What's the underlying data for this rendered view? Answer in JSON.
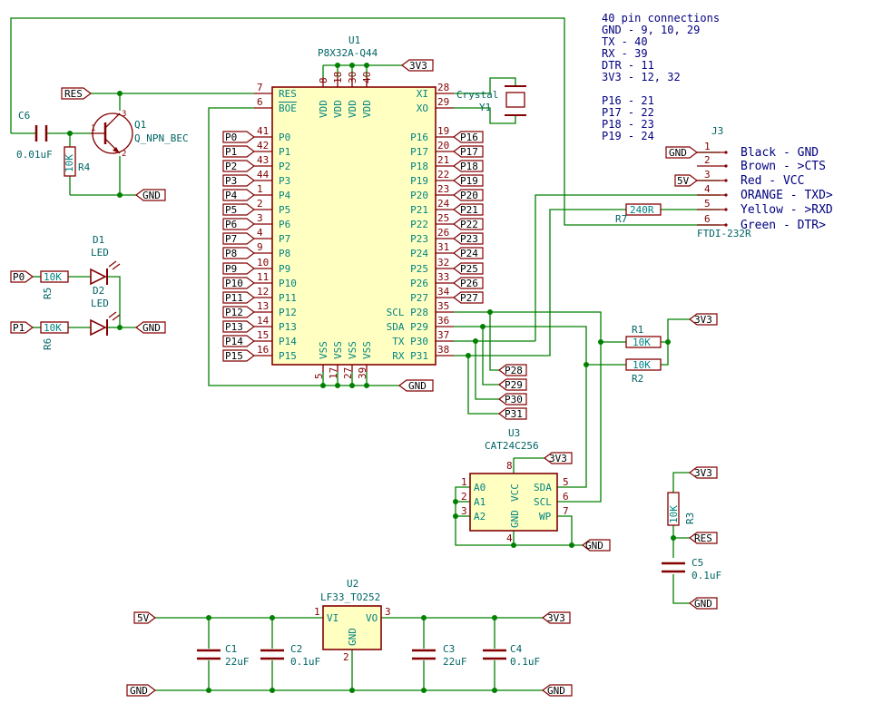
{
  "notes": {
    "title": "40 pin connections",
    "lines": [
      "GND - 9, 10, 29",
      "TX - 40",
      "RX - 39",
      "DTR - 11",
      "3V3 - 12, 32",
      "",
      "P16 - 21",
      "P17 - 22",
      "P18 - 23",
      "P19 - 24"
    ]
  },
  "u1": {
    "ref": "U1",
    "value": "P8X32A-Q44",
    "left_pins": [
      {
        "num": "7",
        "name": "RES"
      },
      {
        "num": "6",
        "name": "BOE"
      },
      {
        "num": "41",
        "name": "P0"
      },
      {
        "num": "42",
        "name": "P1"
      },
      {
        "num": "43",
        "name": "P2"
      },
      {
        "num": "44",
        "name": "P3"
      },
      {
        "num": "1",
        "name": "P4"
      },
      {
        "num": "2",
        "name": "P5"
      },
      {
        "num": "3",
        "name": "P6"
      },
      {
        "num": "4",
        "name": "P7"
      },
      {
        "num": "9",
        "name": "P8"
      },
      {
        "num": "10",
        "name": "P9"
      },
      {
        "num": "11",
        "name": "P10"
      },
      {
        "num": "12",
        "name": "P11"
      },
      {
        "num": "13",
        "name": "P12"
      },
      {
        "num": "14",
        "name": "P13"
      },
      {
        "num": "15",
        "name": "P14"
      },
      {
        "num": "16",
        "name": "P15"
      }
    ],
    "right_pins": [
      {
        "num": "28",
        "name": "XI"
      },
      {
        "num": "29",
        "name": "XO"
      },
      {
        "num": "19",
        "name": "P16"
      },
      {
        "num": "20",
        "name": "P17"
      },
      {
        "num": "21",
        "name": "P18"
      },
      {
        "num": "22",
        "name": "P19"
      },
      {
        "num": "23",
        "name": "P20"
      },
      {
        "num": "24",
        "name": "P21"
      },
      {
        "num": "25",
        "name": "P22"
      },
      {
        "num": "26",
        "name": "P23"
      },
      {
        "num": "31",
        "name": "P24"
      },
      {
        "num": "32",
        "name": "P25"
      },
      {
        "num": "33",
        "name": "P26"
      },
      {
        "num": "34",
        "name": "P27"
      },
      {
        "num": "35",
        "name": "SCL P28"
      },
      {
        "num": "36",
        "name": "SDA P29"
      },
      {
        "num": "37",
        "name": "TX P30"
      },
      {
        "num": "38",
        "name": "RX P31"
      }
    ],
    "top_pins": [
      {
        "num": "8",
        "name": "VDD"
      },
      {
        "num": "18",
        "name": "VDD"
      },
      {
        "num": "30",
        "name": "VDD"
      },
      {
        "num": "40",
        "name": "VDD"
      }
    ],
    "bottom_pins": [
      {
        "num": "5",
        "name": "VSS"
      },
      {
        "num": "17",
        "name": "VSS"
      },
      {
        "num": "27",
        "name": "VSS"
      },
      {
        "num": "39",
        "name": "VSS"
      }
    ],
    "left_labels": [
      "P0",
      "P1",
      "P2",
      "P3",
      "P4",
      "P5",
      "P6",
      "P7",
      "P8",
      "P9",
      "P10",
      "P11",
      "P12",
      "P13",
      "P14",
      "P15"
    ],
    "right_labels": [
      "P16",
      "P17",
      "P18",
      "P19",
      "P20",
      "P21",
      "P22",
      "P23",
      "P24",
      "P25",
      "P26",
      "P27"
    ],
    "i2c_labels": [
      "P28",
      "P29",
      "P30",
      "P31"
    ]
  },
  "u2": {
    "ref": "U2",
    "value": "LF33_TO252",
    "pins": [
      {
        "num": "1",
        "name": "VI"
      },
      {
        "num": "3",
        "name": "VO"
      },
      {
        "num": "2",
        "name": "GND"
      }
    ]
  },
  "u3": {
    "ref": "U3",
    "value": "CAT24C256",
    "pins": [
      {
        "num": "1",
        "name": "A0"
      },
      {
        "num": "2",
        "name": "A1"
      },
      {
        "num": "3",
        "name": "A2"
      },
      {
        "num": "5",
        "name": "SDA"
      },
      {
        "num": "6",
        "name": "SCL"
      },
      {
        "num": "7",
        "name": "WP"
      },
      {
        "num": "8",
        "name": "VCC"
      },
      {
        "num": "4",
        "name": "GND"
      }
    ]
  },
  "j3": {
    "ref": "J3",
    "value": "FTDI-232R",
    "pins": [
      {
        "num": "1",
        "desc": "Black - GND"
      },
      {
        "num": "2",
        "desc": "Brown - >CTS"
      },
      {
        "num": "3",
        "desc": "Red - VCC"
      },
      {
        "num": "4",
        "desc": "ORANGE - TXD>"
      },
      {
        "num": "5",
        "desc": "Yellow - >RXD"
      },
      {
        "num": "6",
        "desc": "Green - DTR>"
      }
    ]
  },
  "parts": {
    "q1": {
      "ref": "Q1",
      "value": "Q_NPN_BEC",
      "pins": [
        "1",
        "3",
        "2"
      ]
    },
    "c6": {
      "ref": "C6",
      "value": "0.01uF"
    },
    "r4": {
      "ref": "R4",
      "value": "10K"
    },
    "d1": {
      "ref": "D1",
      "value": "LED"
    },
    "d2": {
      "ref": "D2",
      "value": "LED"
    },
    "r5": {
      "ref": "R5",
      "value": "10K"
    },
    "r6": {
      "ref": "R6",
      "value": "10K"
    },
    "y1": {
      "ref": "Y1",
      "value": "Crystal"
    },
    "r7": {
      "ref": "R7",
      "value": "240R"
    },
    "r1": {
      "ref": "R1",
      "value": "10K"
    },
    "r2": {
      "ref": "R2",
      "value": "10K"
    },
    "r3": {
      "ref": "R3",
      "value": "10K"
    },
    "c5": {
      "ref": "C5",
      "value": "0.1uF"
    },
    "c1": {
      "ref": "C1",
      "value": "22uF"
    },
    "c2": {
      "ref": "C2",
      "value": "0.1uF"
    },
    "c3": {
      "ref": "C3",
      "value": "22uF"
    },
    "c4": {
      "ref": "C4",
      "value": "0.1uF"
    }
  },
  "nets": {
    "res": "RES",
    "gnd": "GND",
    "v33": "3V3",
    "v5": "5V",
    "p0": "P0",
    "p1": "P1"
  }
}
